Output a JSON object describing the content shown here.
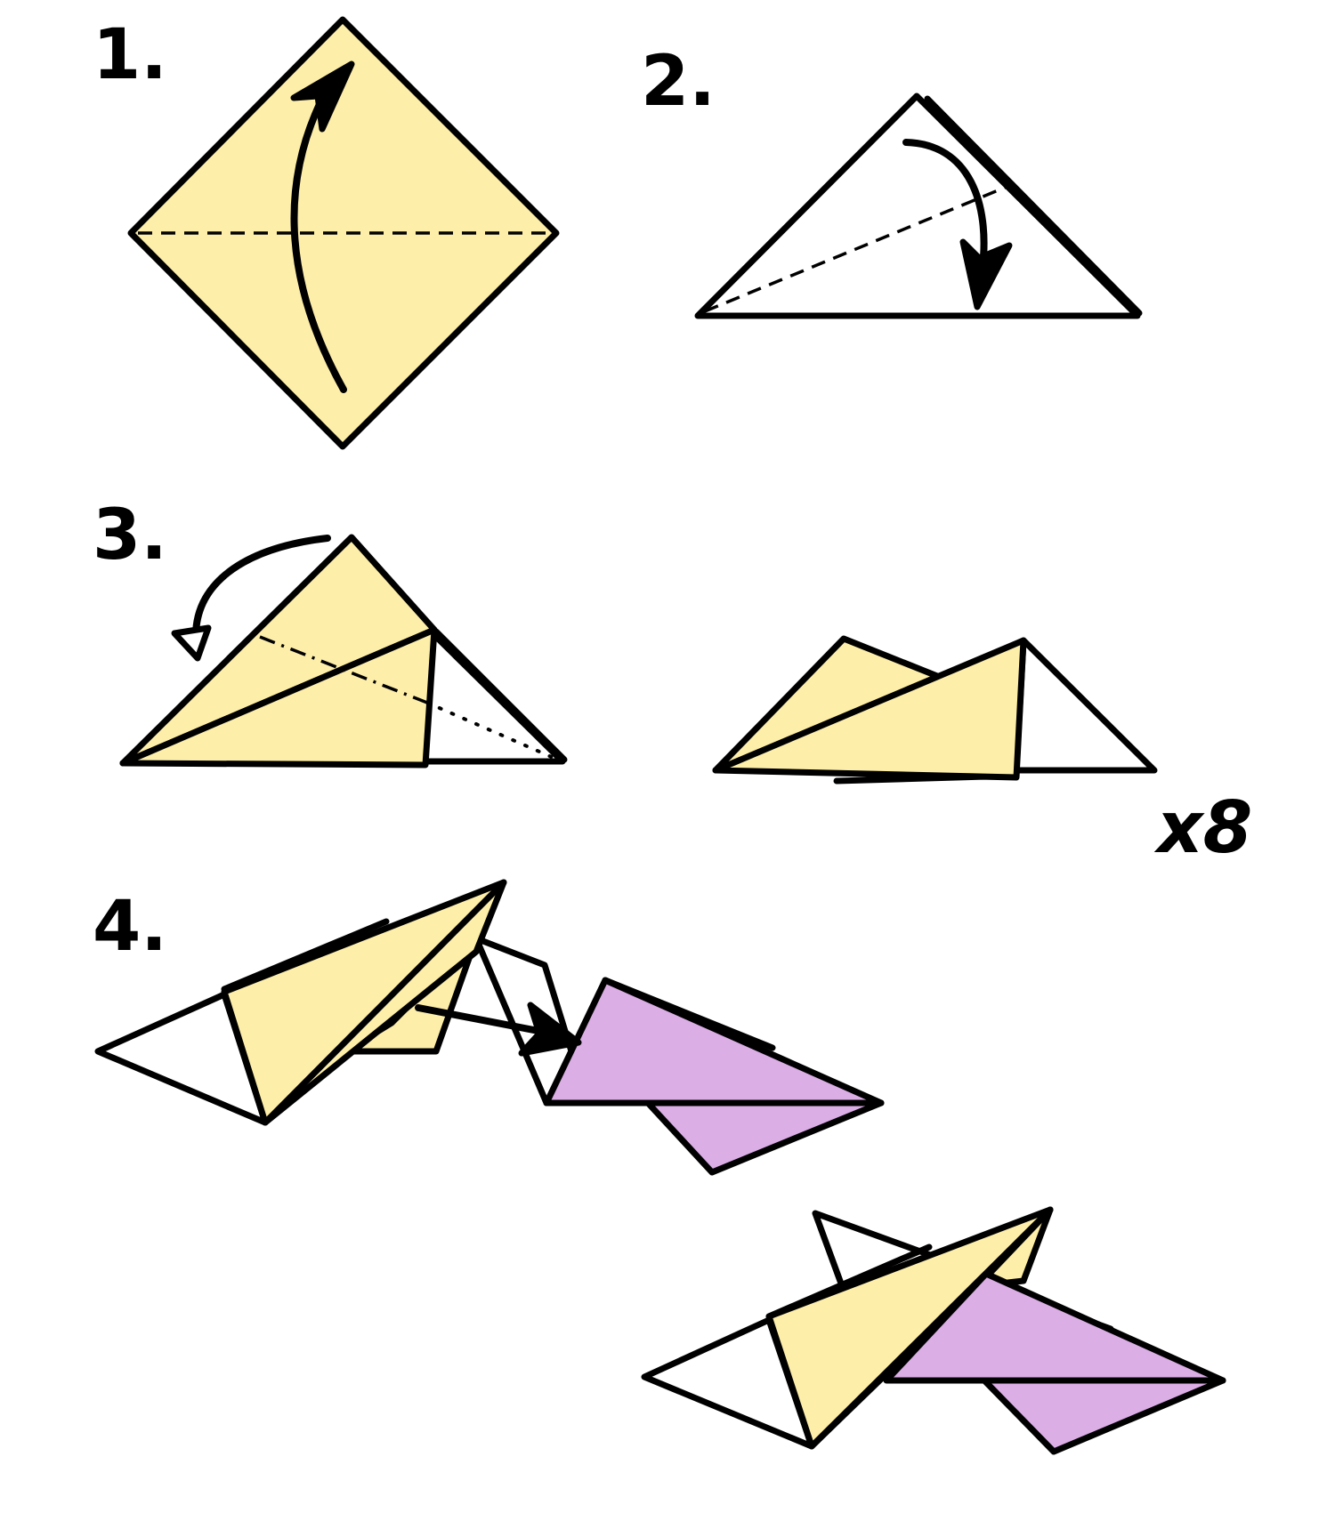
{
  "steps": [
    {
      "label": "1."
    },
    {
      "label": "2."
    },
    {
      "label": "3."
    },
    {
      "label": "4."
    }
  ],
  "repeat": {
    "label": "x8"
  },
  "colors": {
    "paper_yellow": "#FDEEA9",
    "paper_purple": "#DBAEE6",
    "paper_white": "#FFFFFF",
    "outline": "#000000"
  }
}
